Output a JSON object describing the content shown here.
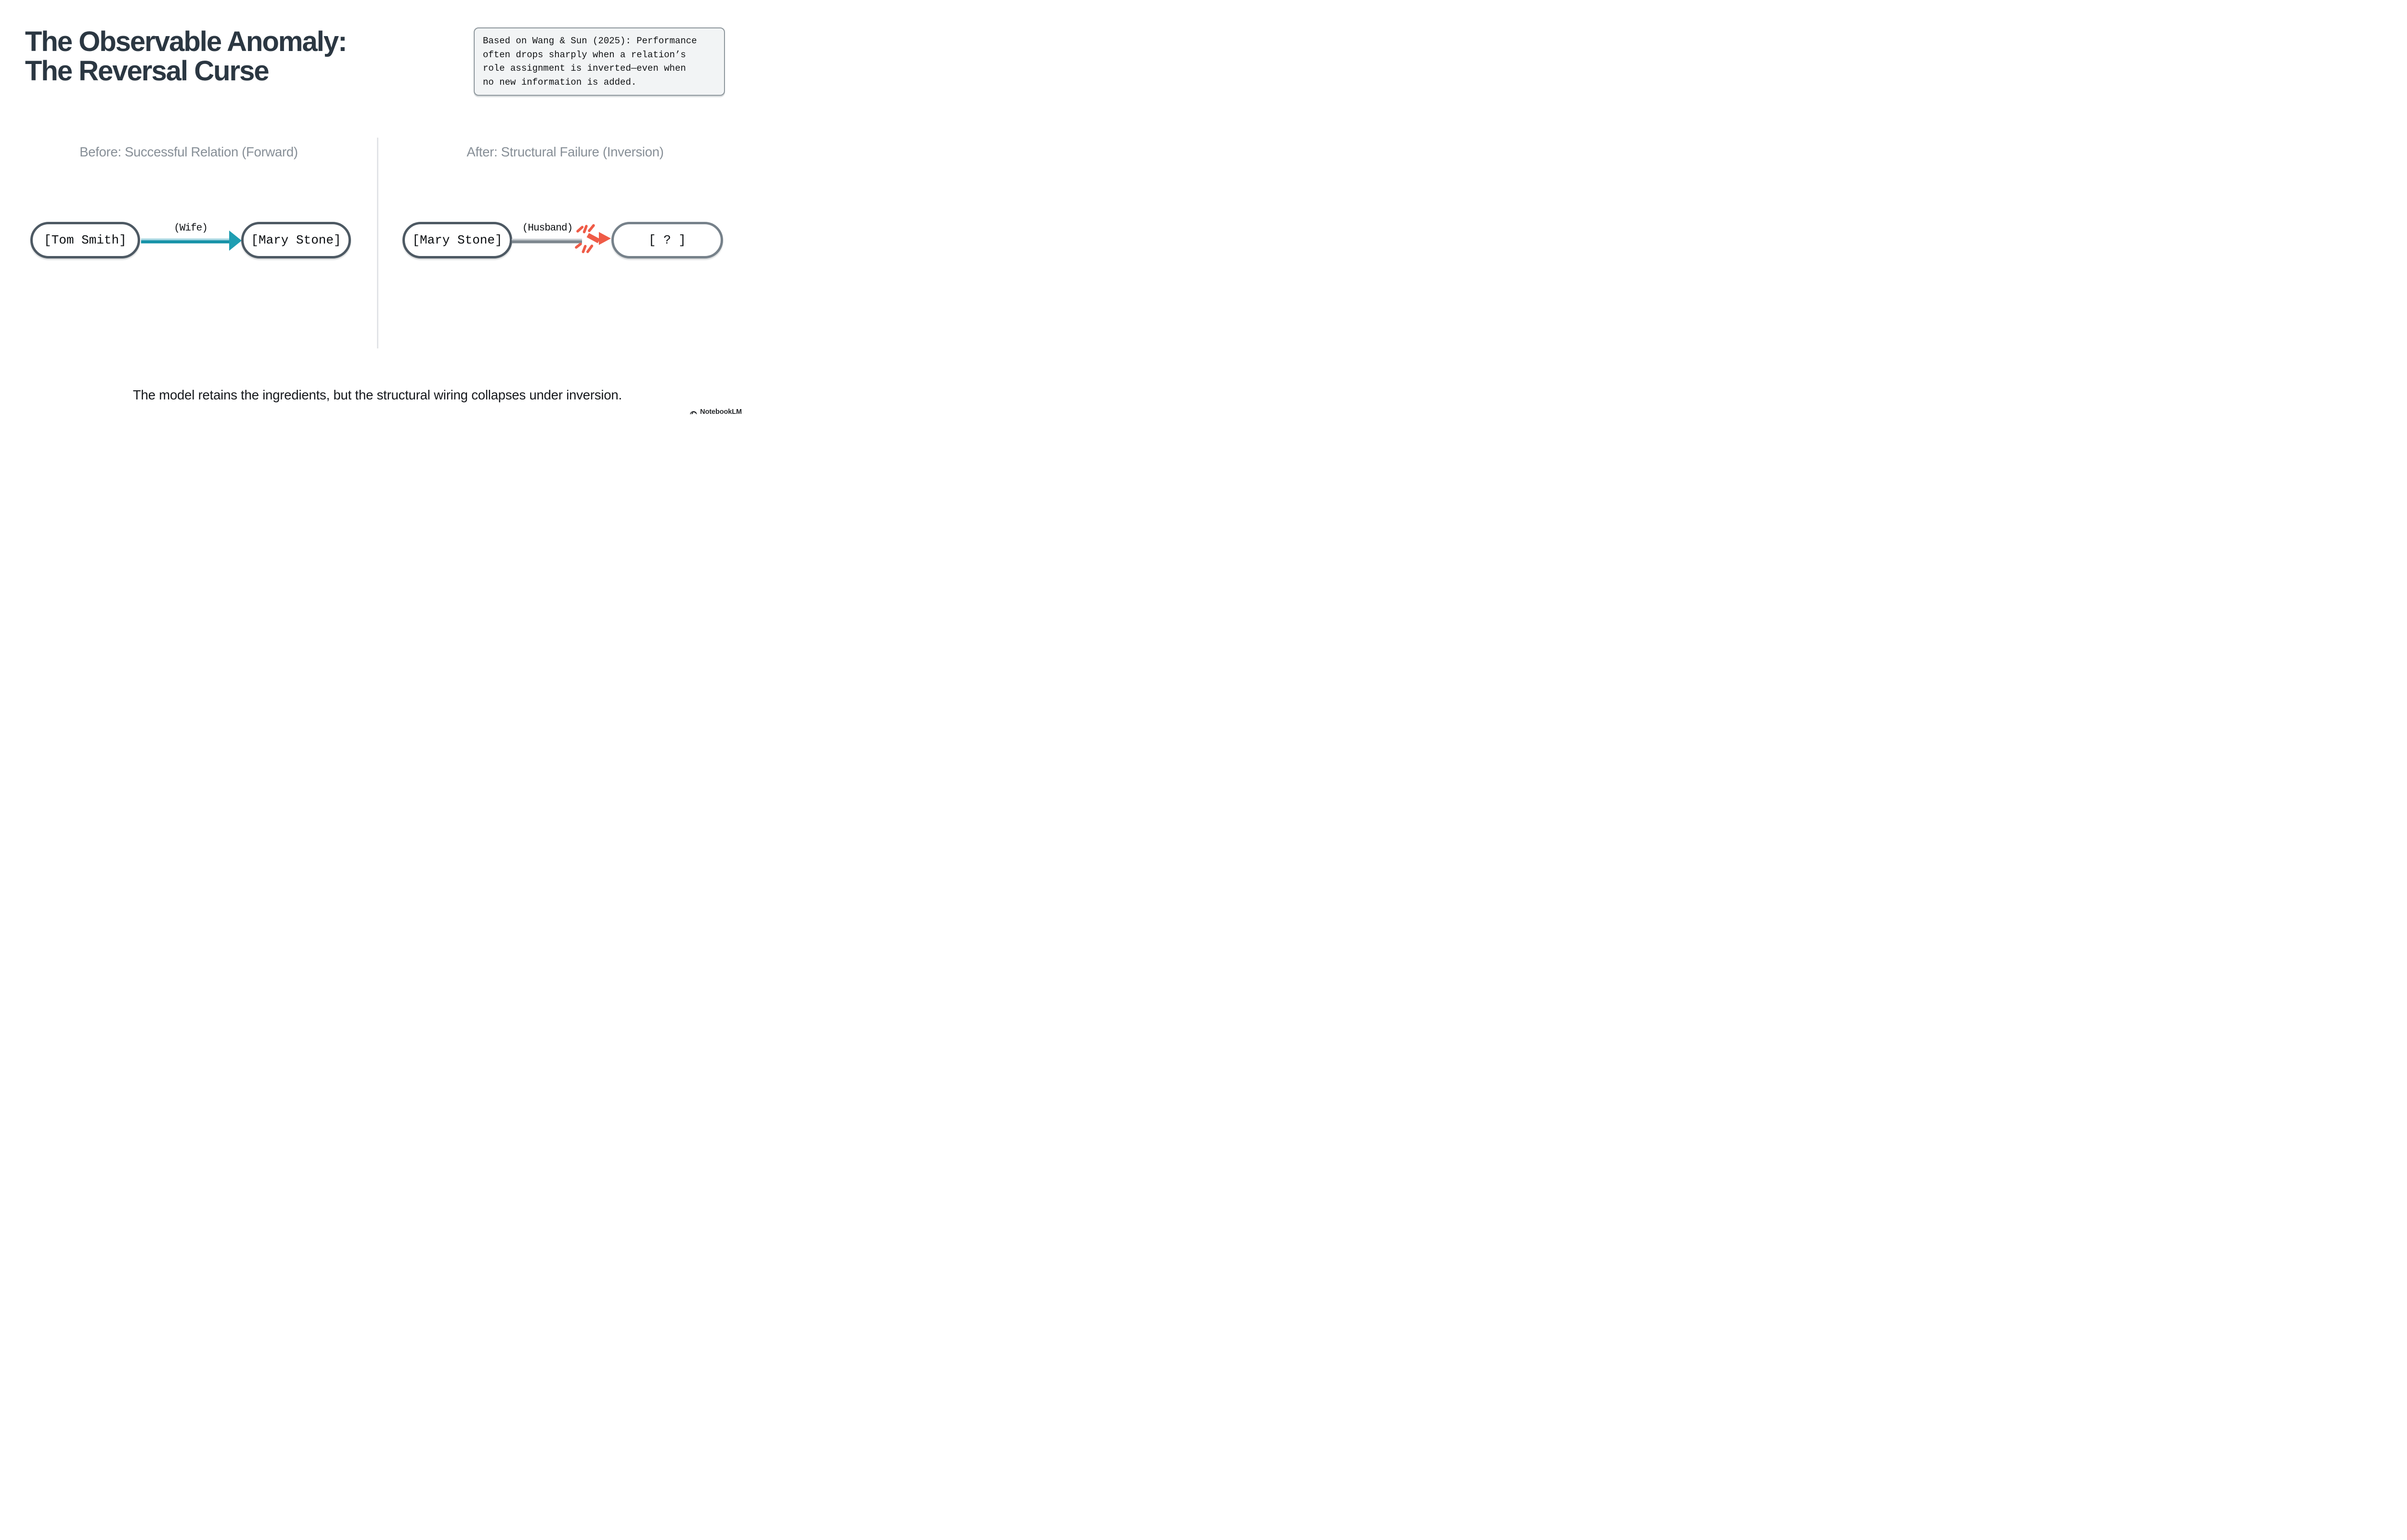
{
  "slide": {
    "title": {
      "line1": "The Observable Anomaly:",
      "line2": "The Reversal Curse"
    },
    "callout": {
      "lines": [
        "Based on Wang & Sun (2025): Performance",
        "often drops sharply when a relation’s",
        "role assignment is inverted—even when",
        "no new information is added."
      ]
    },
    "panels": {
      "left": {
        "header": "Before: Successful Relation (Forward)",
        "source_node": "[Tom Smith]",
        "relation_label": "(Wife)",
        "target_node": "[Mary Stone]"
      },
      "right": {
        "header": "After: Structural Failure (Inversion)",
        "source_node": "[Mary Stone]",
        "relation_label": "(Husband)",
        "target_node": "[ ? ]"
      }
    },
    "caption": "The model retains the ingredients, but the structural wiring collapses under inversion.",
    "footer": {
      "brand": "NotebookLM"
    },
    "colors": {
      "background": "#ffffff",
      "title": "#2b3742",
      "header_gray": "#878f97",
      "node_border": "#4d5963",
      "unknown_border": "#76818a",
      "node_text": "#0a0d10",
      "teal_dark": "#1592a7",
      "teal_light": "#a9d8e2",
      "teal_head": "#1f9eb2",
      "gray_light": "#c8cdd1",
      "gray_dark": "#7d878e",
      "break_red": "#ef5b47",
      "callout_bg": "#f2f4f5",
      "callout_border": "#8e979d",
      "callout_text": "#101214",
      "caption": "#15181c",
      "divider": "#e2e4e7"
    }
  }
}
